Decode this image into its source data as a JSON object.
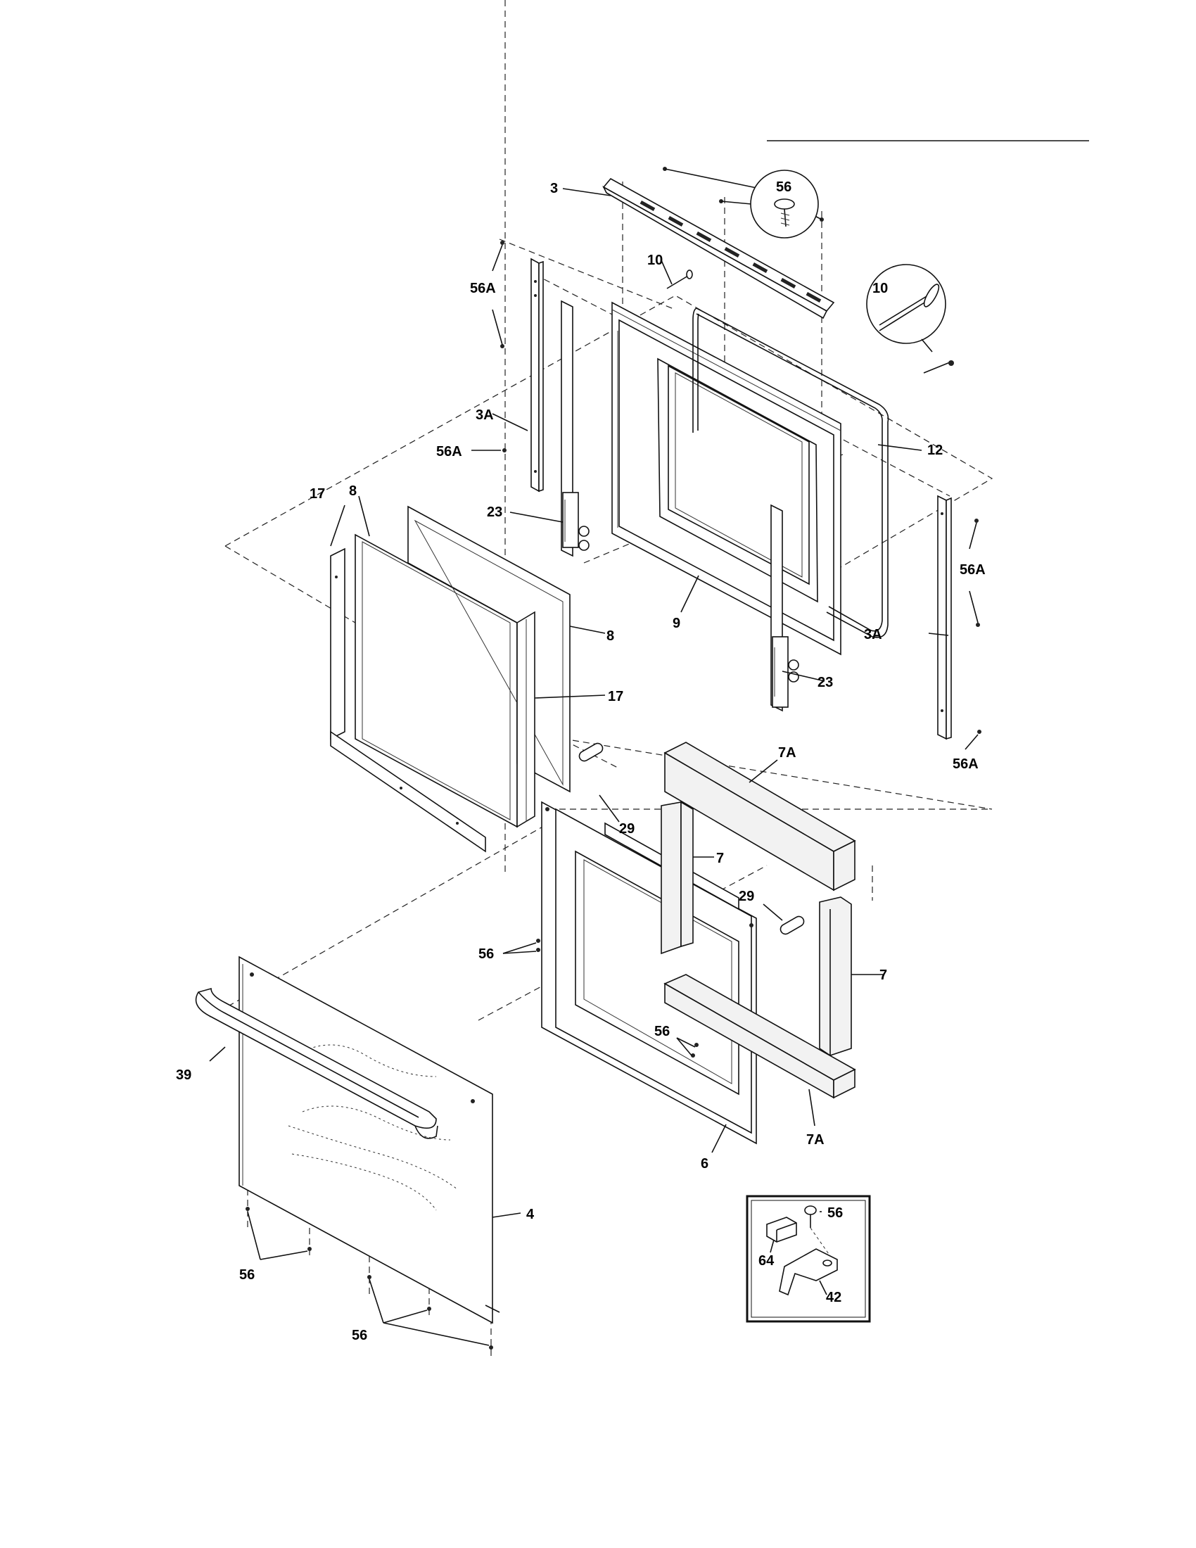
{
  "labels": {
    "p3": "3",
    "p56_top": "56",
    "p10_a": "10",
    "p56a_tl": "56A",
    "p10_b": "10",
    "p3a_l": "3A",
    "p56a_l": "56A",
    "p12": "12",
    "p8_a": "8",
    "p17_a": "17",
    "p23_a": "23",
    "p56a_r": "56A",
    "p8_b": "8",
    "p9": "9",
    "p3a_r": "3A",
    "p17_b": "17",
    "p23_b": "23",
    "p56a_br": "56A",
    "p7a_a": "7A",
    "p29_a": "29",
    "p7_a": "7",
    "p29_b": "29",
    "p56_mid": "56",
    "p7_b": "7",
    "p56_inner": "56",
    "p39": "39",
    "p7a_b": "7A",
    "p6": "6",
    "p4": "4",
    "p56_inset": "56",
    "p64": "64",
    "p56_bl": "56",
    "p42": "42",
    "p56_bottom": "56"
  }
}
